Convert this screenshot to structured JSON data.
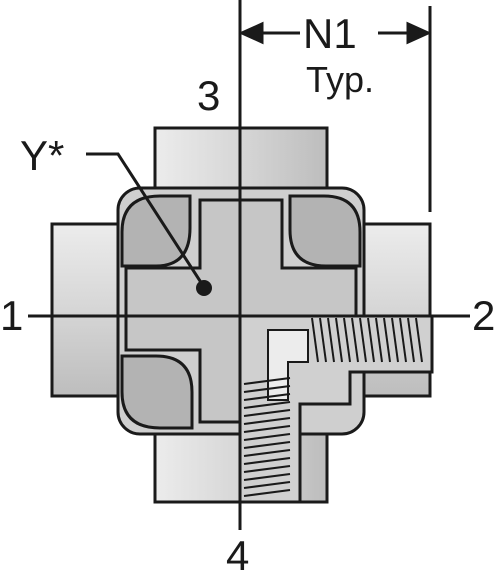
{
  "labels": {
    "port_1": "1",
    "port_2": "2",
    "port_3": "3",
    "port_4": "4",
    "dimension": "N1",
    "dimension_note": "Typ.",
    "callout": "Y*"
  },
  "colors": {
    "body": "#d9d9d9",
    "face": "#c4c4c4",
    "bore": "#e8e8e8",
    "outline": "#1a1a1a"
  }
}
